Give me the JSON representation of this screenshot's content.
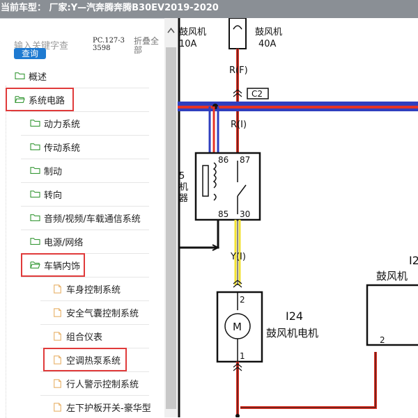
{
  "window": {
    "title": "当前车型： 厂家:Y—汽奔腾奔腾B30EV2019-2020"
  },
  "search": {
    "placeholder": "输入关键字查",
    "button_label": "查询"
  },
  "code": "PC.127-33598",
  "collapse_label": "折叠全部",
  "tree": [
    {
      "label": "概述",
      "icon": "folder-icon",
      "highlighted": false
    },
    {
      "label": "系统电路",
      "icon": "folder-open-icon",
      "highlighted": true
    },
    {
      "label": "动力系统",
      "icon": "folder-icon",
      "highlighted": false
    },
    {
      "label": "传动系统",
      "icon": "folder-icon",
      "highlighted": false
    },
    {
      "label": "制动",
      "icon": "folder-icon",
      "highlighted": false
    },
    {
      "label": "转向",
      "icon": "folder-icon",
      "highlighted": false
    },
    {
      "label": "音频/视频/车载通信系统",
      "icon": "folder-icon",
      "highlighted": false
    },
    {
      "label": "电源/网络",
      "icon": "folder-icon",
      "highlighted": false
    },
    {
      "label": "车辆内饰",
      "icon": "folder-open-icon",
      "highlighted": true
    },
    {
      "label": "车身控制系统",
      "icon": "document-icon",
      "highlighted": false
    },
    {
      "label": "安全气囊控制系统",
      "icon": "document-icon",
      "highlighted": false
    },
    {
      "label": "组合仪表",
      "icon": "document-icon",
      "highlighted": false
    },
    {
      "label": "空调热泵系统",
      "icon": "document-icon",
      "highlighted": true
    },
    {
      "label": "行人警示控制系统",
      "icon": "document-icon",
      "highlighted": false
    },
    {
      "label": "左下护板开关-豪华型",
      "icon": "document-icon",
      "highlighted": false
    }
  ],
  "diagram": {
    "fuse_left_name": "鼓风机",
    "fuse_left_rating": "10A",
    "fuse_right_name": "鼓风机",
    "fuse_right_rating": "40A",
    "wire_rf": "R(F)",
    "connector_c2": "C2",
    "wire_ri": "R(I)",
    "relay_pin_86": "86",
    "relay_pin_87": "87",
    "relay_pin_85": "85",
    "relay_pin_30": "30",
    "relay_side_5": "5",
    "relay_side_ji": "机",
    "relay_side_qi": "器",
    "wire_yi": "Y(I)",
    "motor_pin_top": "2",
    "motor_symbol": "M",
    "motor_pin_bottom": "1",
    "motor_id": "I24",
    "motor_name": "鼓风机电机",
    "right_box_id": "I2",
    "right_box_name": "鼓风机",
    "right_box_pin": "2",
    "colors": {
      "red": "#e53325",
      "blue": "#2f3fbf",
      "yellow": "#f2e233",
      "black": "#111111"
    }
  }
}
